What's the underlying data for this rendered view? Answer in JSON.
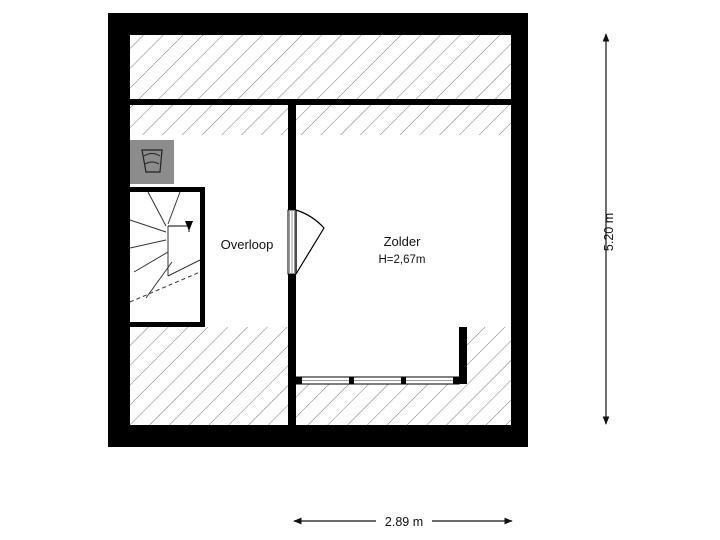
{
  "rooms": {
    "overloop": {
      "name": "Overloop"
    },
    "zolder": {
      "name": "Zolder",
      "height": "H=2,67m"
    }
  },
  "dimensions": {
    "width": "2.89 m",
    "depth": "5.20 m"
  },
  "colors": {
    "wall": "#000000",
    "hatch": "#555555",
    "boiler": "#8c8c8c",
    "window": "#d0d0d0"
  }
}
